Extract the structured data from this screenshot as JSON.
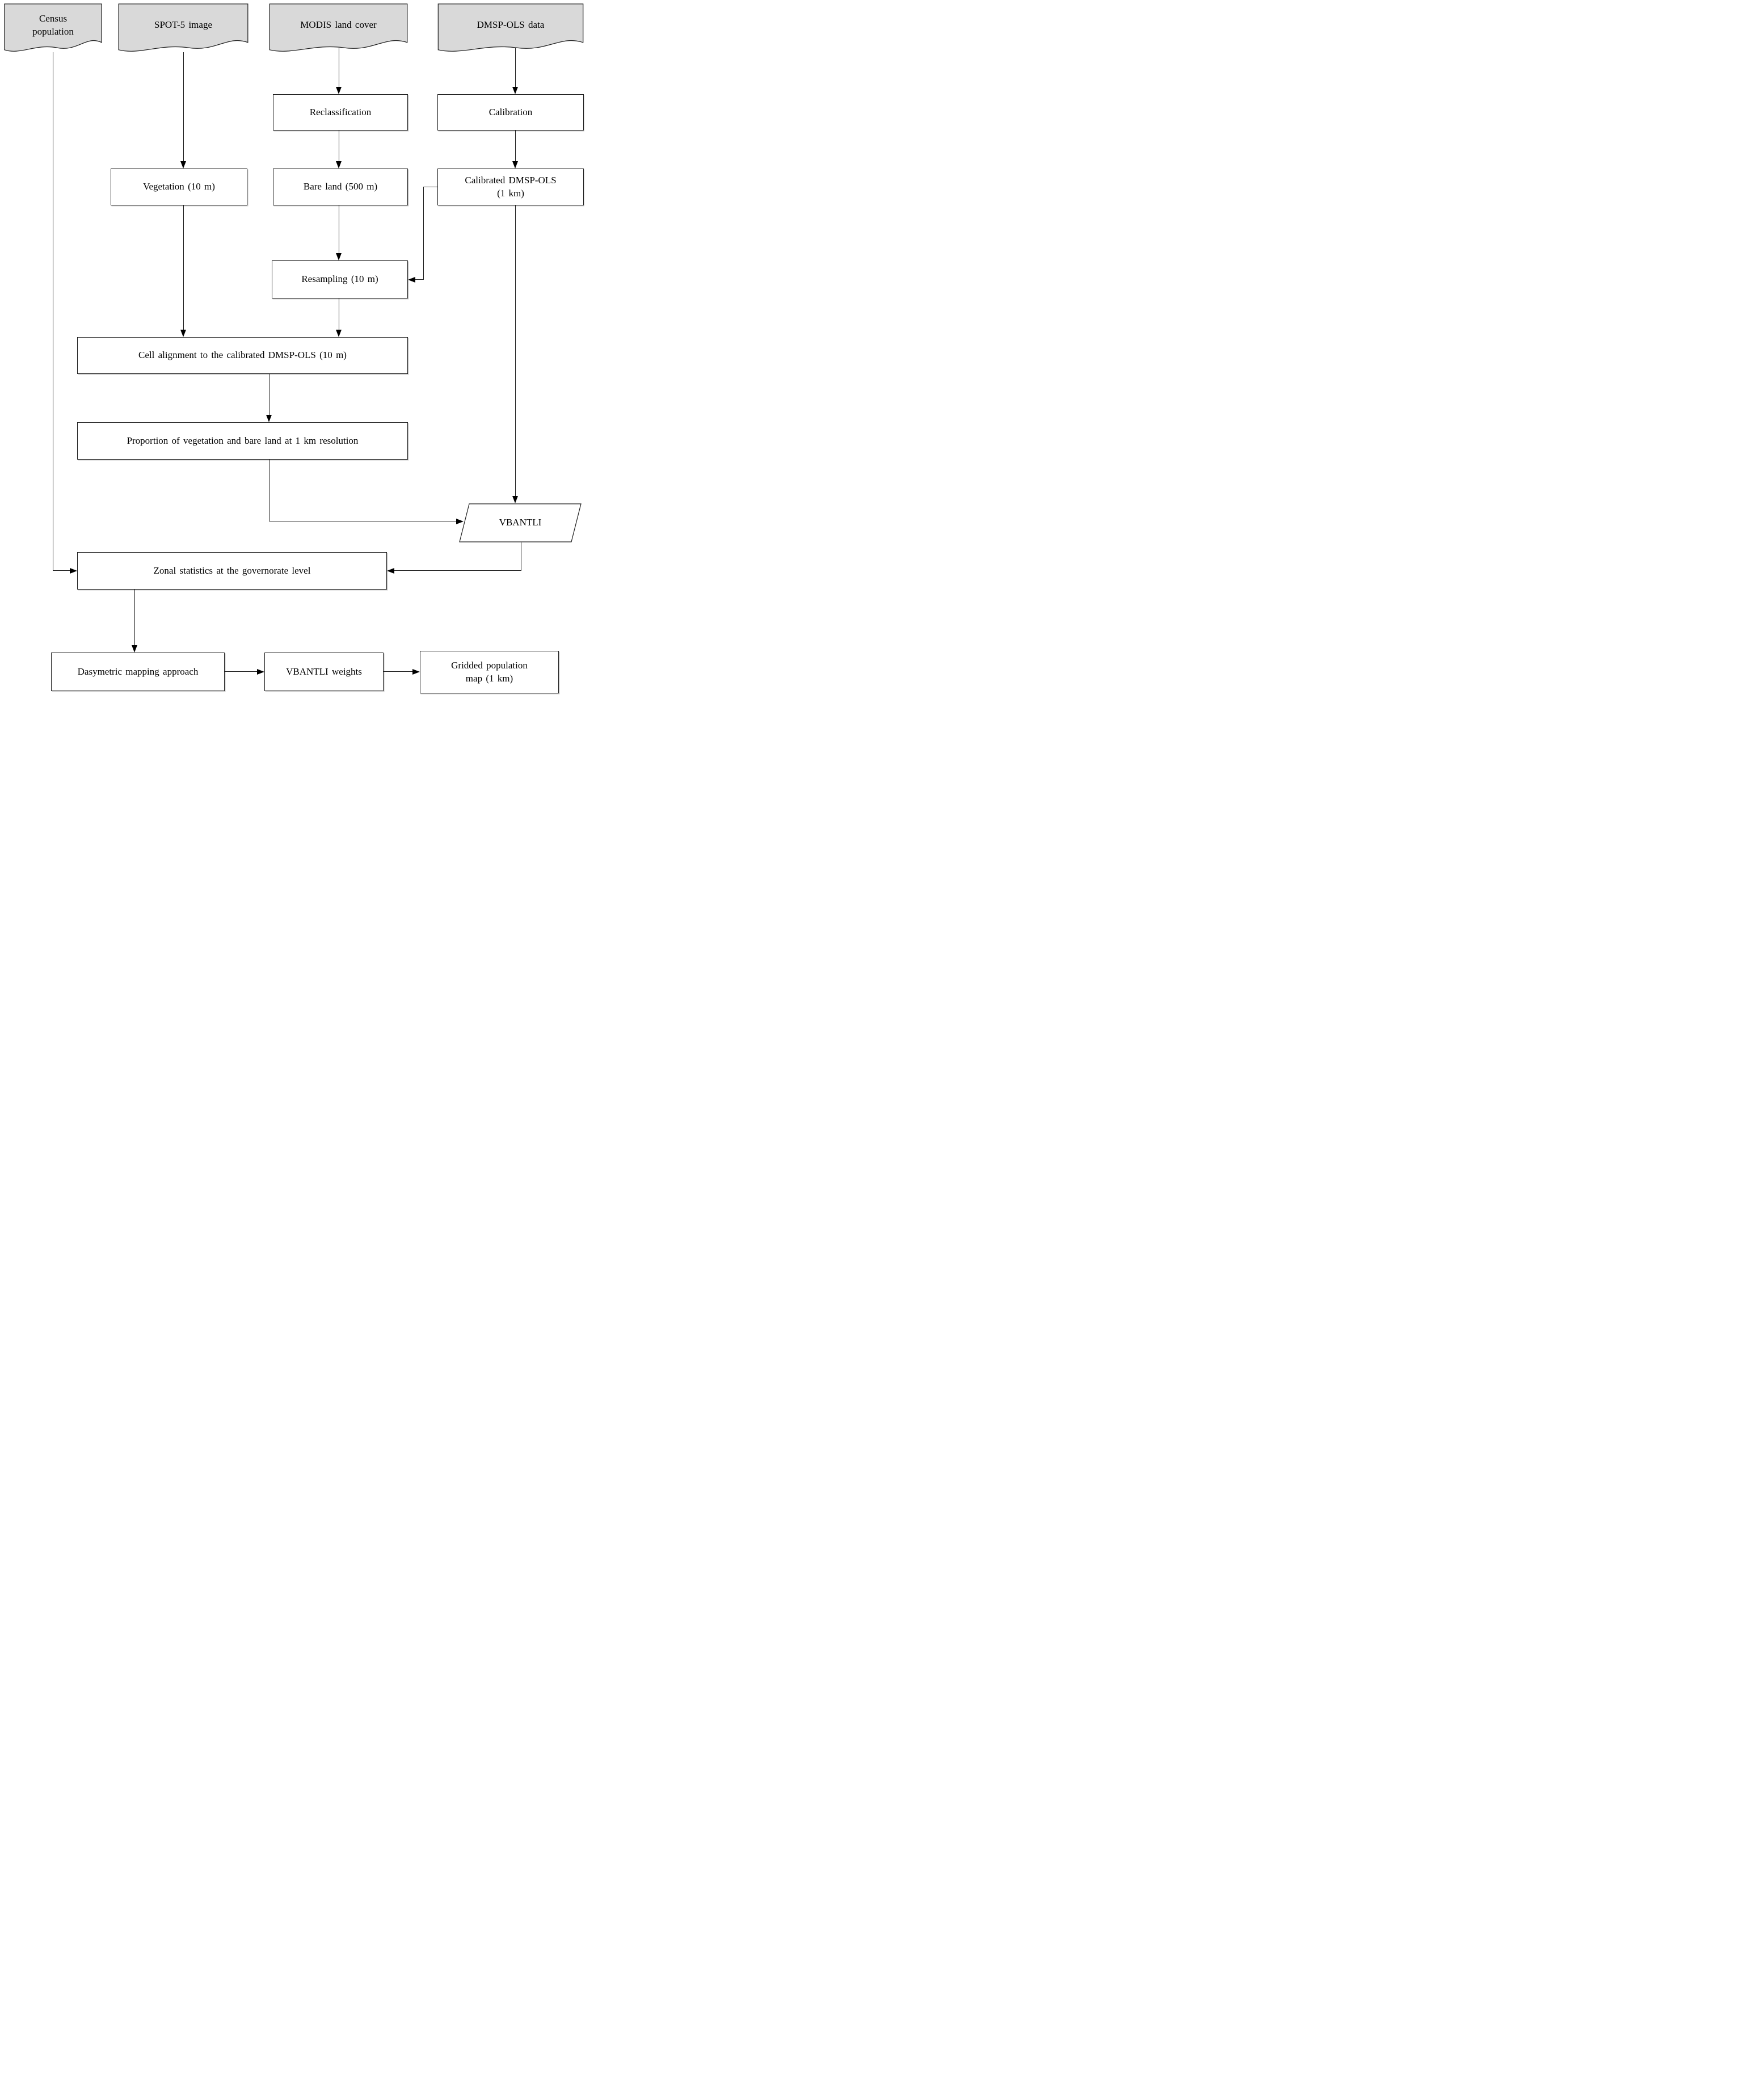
{
  "diagram": {
    "type": "flowchart",
    "colors": {
      "document_fill": "#d9d9d9",
      "process_fill": "#ffffff",
      "stroke": "#1c1c1c",
      "arrow": "#000000",
      "background": "#ffffff"
    },
    "nodes": {
      "census": {
        "label": "Census\npopulation",
        "shape": "document"
      },
      "spot5": {
        "label": "SPOT-5 image",
        "shape": "document"
      },
      "modis": {
        "label": "MODIS land cover",
        "shape": "document"
      },
      "dmsp": {
        "label": "DMSP-OLS data",
        "shape": "document"
      },
      "reclassification": {
        "label": "Reclassification",
        "shape": "process"
      },
      "calibration": {
        "label": "Calibration",
        "shape": "process"
      },
      "vegetation": {
        "label": "Vegetation (10 m)",
        "shape": "process"
      },
      "bareland": {
        "label": "Bare land (500 m)",
        "shape": "process"
      },
      "calibrated": {
        "label": "Calibrated DMSP-OLS\n(1 km)",
        "shape": "process"
      },
      "resampling": {
        "label": "Resampling (10 m)",
        "shape": "process"
      },
      "cellalignment": {
        "label": "Cell alignment to the calibrated DMSP-OLS (10 m)",
        "shape": "process"
      },
      "proportion": {
        "label": "Proportion of vegetation and bare land at 1 km resolution",
        "shape": "process"
      },
      "vbantli": {
        "label": "VBANTLI",
        "shape": "parallelogram"
      },
      "zonal": {
        "label": "Zonal statistics at the governorate level",
        "shape": "process"
      },
      "dasymetric": {
        "label": "Dasymetric mapping approach",
        "shape": "process"
      },
      "weights": {
        "label": "VBANTLI weights",
        "shape": "process"
      },
      "gridded": {
        "label": "Gridded population\nmap (1 km)",
        "shape": "process"
      }
    },
    "edges": [
      {
        "from": "census",
        "to": "zonal"
      },
      {
        "from": "spot5",
        "to": "vegetation"
      },
      {
        "from": "modis",
        "to": "reclassification"
      },
      {
        "from": "dmsp",
        "to": "calibration"
      },
      {
        "from": "reclassification",
        "to": "bareland"
      },
      {
        "from": "calibration",
        "to": "calibrated"
      },
      {
        "from": "bareland",
        "to": "resampling"
      },
      {
        "from": "calibrated",
        "to": "resampling"
      },
      {
        "from": "calibrated",
        "to": "vbantli"
      },
      {
        "from": "vegetation",
        "to": "cellalignment"
      },
      {
        "from": "resampling",
        "to": "cellalignment"
      },
      {
        "from": "cellalignment",
        "to": "proportion"
      },
      {
        "from": "proportion",
        "to": "vbantli"
      },
      {
        "from": "vbantli",
        "to": "zonal"
      },
      {
        "from": "zonal",
        "to": "dasymetric"
      },
      {
        "from": "dasymetric",
        "to": "weights"
      },
      {
        "from": "weights",
        "to": "gridded"
      }
    ]
  }
}
